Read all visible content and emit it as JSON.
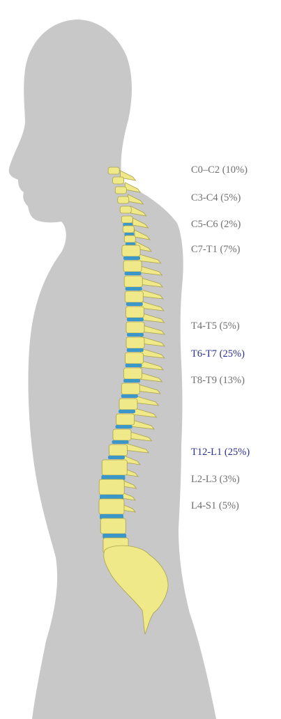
{
  "colors": {
    "background": "#ffffff",
    "silhouette": "#c8c8c8",
    "vertebra_fill": "#efe98a",
    "vertebra_stroke": "#a9a24a",
    "disc": "#3c97c9",
    "label_normal": "#6f6f6f",
    "label_highlight": "#2b2f8c"
  },
  "labels": [
    {
      "text": "C0–C2 (10%)",
      "highlight": false
    },
    {
      "text": "C3-C4 (5%)",
      "highlight": false
    },
    {
      "text": "C5-C6 (2%)",
      "highlight": false
    },
    {
      "text": "C7-T1 (7%)",
      "highlight": false
    },
    {
      "text": "T4-T5 (5%)",
      "highlight": false
    },
    {
      "text": "T6-T7 (25%)",
      "highlight": true
    },
    {
      "text": "T8-T9 (13%)",
      "highlight": false
    },
    {
      "text": "T12-L1 (25%)",
      "highlight": true
    },
    {
      "text": "L2-L3 (3%)",
      "highlight": false
    },
    {
      "text": "L4-S1 (5%)",
      "highlight": false
    }
  ],
  "icons": {
    "silhouette": "human-body-side-silhouette",
    "spine": "spine-illustration"
  }
}
